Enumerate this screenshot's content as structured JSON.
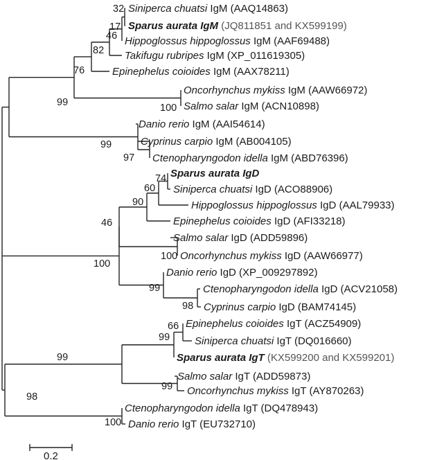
{
  "scale_bar": {
    "label": "0.2"
  },
  "taxa": [
    {
      "id": "t1",
      "species": "Siniperca chuatsi",
      "gene": "IgM",
      "acc": "(AAQ14863)"
    },
    {
      "id": "t2",
      "species": "Sparus aurata",
      "gene": "IgM",
      "acc": "(JQ811851 and KX599199)",
      "bold": true
    },
    {
      "id": "t3",
      "species": "Hippoglossus hippoglossus",
      "gene": "IgM",
      "acc": "(AAF69488)"
    },
    {
      "id": "t4",
      "species": "Takifugu rubripes",
      "gene": "IgM",
      "acc": "(XP_011619305)"
    },
    {
      "id": "t5",
      "species": "Epinephelus coioides",
      "gene": "IgM",
      "acc": "(AAX78211)"
    },
    {
      "id": "t6",
      "species": "Oncorhynchus mykiss",
      "gene": "IgM",
      "acc": "(AAW66972)"
    },
    {
      "id": "t7",
      "species": "Salmo salar",
      "gene": "IgM",
      "acc": "(ACN10898)"
    },
    {
      "id": "t8",
      "species": "Danio rerio",
      "gene": "IgM",
      "acc": "(AAI54614)"
    },
    {
      "id": "t9",
      "species": "Cyprinus carpio",
      "gene": "IgM",
      "acc": "(AB004105)"
    },
    {
      "id": "t10",
      "species": "Ctenopharyngodon idella",
      "gene": "IgM",
      "acc": "(ABD76396)"
    },
    {
      "id": "t11",
      "species": "Sparus aurata",
      "gene": "IgD",
      "acc": "",
      "bold": true
    },
    {
      "id": "t12",
      "species": "Siniperca chuatsi",
      "gene": "IgD",
      "acc": "(ACO88906)"
    },
    {
      "id": "t13",
      "species": "Hippoglossus hippoglossus",
      "gene": "IgD",
      "acc": "(AAL79933)"
    },
    {
      "id": "t14",
      "species": "Epinephelus coioides",
      "gene": "IgD",
      "acc": "(AFI33218)"
    },
    {
      "id": "t15",
      "species": "Salmo salar",
      "gene": "IgD",
      "acc": "(ADD59896)"
    },
    {
      "id": "t16",
      "species": "Oncorhynchus mykiss",
      "gene": "IgD",
      "acc": "(AAW66977)"
    },
    {
      "id": "t17",
      "species": "Danio rerio",
      "gene": "IgD",
      "acc": "(XP_009297892)"
    },
    {
      "id": "t18",
      "species": "Ctenopharyngodon idella",
      "gene": "IgD",
      "acc": "(ACV21058)"
    },
    {
      "id": "t19",
      "species": "Cyprinus carpio",
      "gene": "IgD",
      "acc": "(BAM74145)"
    },
    {
      "id": "t20",
      "species": "Epinephelus coioides",
      "gene": "IgT",
      "acc": "(ACZ54909)"
    },
    {
      "id": "t21",
      "species": "Siniperca chuatsi",
      "gene": "IgT",
      "acc": "(DQ016660)"
    },
    {
      "id": "t22",
      "species": "Sparus aurata",
      "gene": "IgT",
      "acc": "(KX599200 and KX599201)",
      "bold": true
    },
    {
      "id": "t23",
      "species": "Salmo salar",
      "gene": "IgT",
      "acc": "(ADD59873)"
    },
    {
      "id": "t24",
      "species": "Oncorhynchus mykiss",
      "gene": "IgT",
      "acc": "(AY870263)"
    },
    {
      "id": "t25",
      "species": "Ctenopharyngodon idella",
      "gene": "IgT",
      "acc": "(DQ478943)"
    },
    {
      "id": "t26",
      "species": "Danio rerio",
      "gene": "IgT",
      "acc": "(EU732710)"
    }
  ],
  "bootstrap": [
    {
      "id": "b1",
      "value": "32"
    },
    {
      "id": "b2",
      "value": "17"
    },
    {
      "id": "b3",
      "value": "46"
    },
    {
      "id": "b4",
      "value": "82"
    },
    {
      "id": "b5",
      "value": "76"
    },
    {
      "id": "b6",
      "value": "99"
    },
    {
      "id": "b7",
      "value": "100"
    },
    {
      "id": "b8",
      "value": "99"
    },
    {
      "id": "b9",
      "value": "97"
    },
    {
      "id": "b10",
      "value": "74"
    },
    {
      "id": "b11",
      "value": "60"
    },
    {
      "id": "b12",
      "value": "90"
    },
    {
      "id": "b13",
      "value": "46"
    },
    {
      "id": "b14",
      "value": "100"
    },
    {
      "id": "b15",
      "value": "100"
    },
    {
      "id": "b16",
      "value": "99"
    },
    {
      "id": "b17",
      "value": "98"
    },
    {
      "id": "b18",
      "value": "66"
    },
    {
      "id": "b19",
      "value": "99"
    },
    {
      "id": "b20",
      "value": "99"
    },
    {
      "id": "b21",
      "value": "99"
    },
    {
      "id": "b22",
      "value": "98"
    },
    {
      "id": "b23",
      "value": "100"
    }
  ]
}
